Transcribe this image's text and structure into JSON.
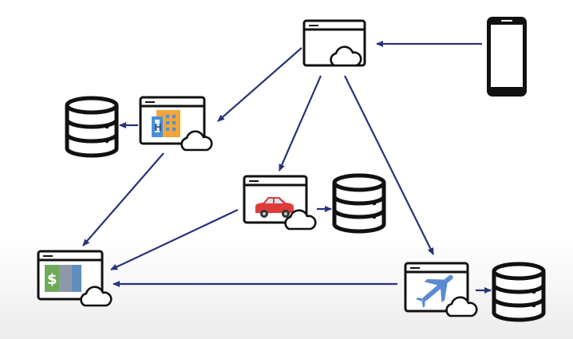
{
  "colors": {
    "arrow": "#27347a",
    "stroke": "#111111",
    "cloud_fill": "#ffffff",
    "money_green": "#6faa5b",
    "money_gray": "#8f98a8",
    "money_blue": "#5f8fbf",
    "car_red": "#e03b3b",
    "plane_blue": "#5b8bd0",
    "hotel_orange": "#f0a63a",
    "hotel_blue": "#4d8fd6"
  },
  "nodes": {
    "api_gateway": {
      "icon": "browser-cloud-icon"
    },
    "mobile_client": {
      "icon": "smartphone-icon"
    },
    "hotel_service": {
      "icon": "hotel-icon"
    },
    "hotel_db": {
      "icon": "database-icon"
    },
    "car_service": {
      "icon": "car-icon"
    },
    "car_db": {
      "icon": "database-icon"
    },
    "payment_service": {
      "icon": "money-icon"
    },
    "flight_service": {
      "icon": "airplane-icon"
    },
    "flight_db": {
      "icon": "database-icon"
    }
  },
  "edges": [
    {
      "from": "mobile_client",
      "to": "api_gateway"
    },
    {
      "from": "api_gateway",
      "to": "hotel_service"
    },
    {
      "from": "api_gateway",
      "to": "car_service"
    },
    {
      "from": "api_gateway",
      "to": "flight_service"
    },
    {
      "from": "hotel_service",
      "to": "hotel_db"
    },
    {
      "from": "car_service",
      "to": "car_db"
    },
    {
      "from": "flight_service",
      "to": "flight_db"
    },
    {
      "from": "hotel_service",
      "to": "payment_service"
    },
    {
      "from": "car_service",
      "to": "payment_service"
    },
    {
      "from": "flight_service",
      "to": "payment_service"
    }
  ]
}
